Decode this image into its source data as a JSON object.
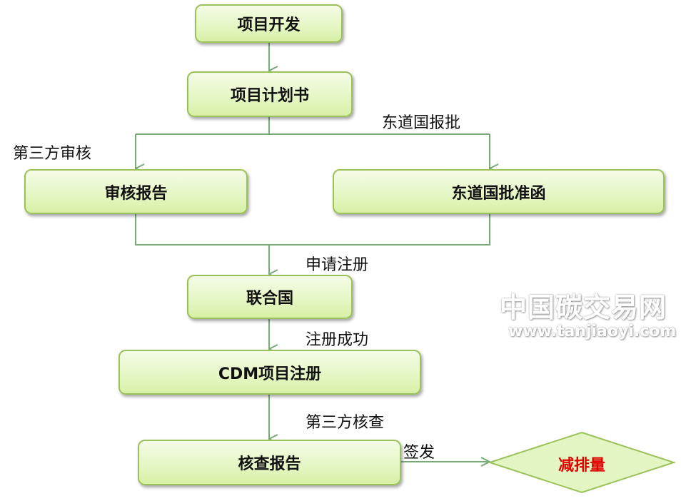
{
  "colors": {
    "connector": "#77ac77",
    "box_border": "#9bc25a",
    "box_fill": "#e6f7c6",
    "output_text": "#e00000"
  },
  "nodes": {
    "project_dev": "项目开发",
    "project_plan": "项目计划书",
    "audit_report": "审核报告",
    "host_approval": "东道国批准函",
    "un": "联合国",
    "cdm_registration": "CDM项目注册",
    "verification_report": "核查报告",
    "emission_reduction": "减排量"
  },
  "edge_labels": {
    "third_party_audit": "第三方审核",
    "host_country_submit": "东道国报批",
    "apply_registration": "申请注册",
    "registration_success": "注册成功",
    "third_party_verify": "第三方核查",
    "issue": "签发"
  },
  "watermark": {
    "title": "中国碳交易网",
    "url": "www.tanjiaoyi.com"
  }
}
